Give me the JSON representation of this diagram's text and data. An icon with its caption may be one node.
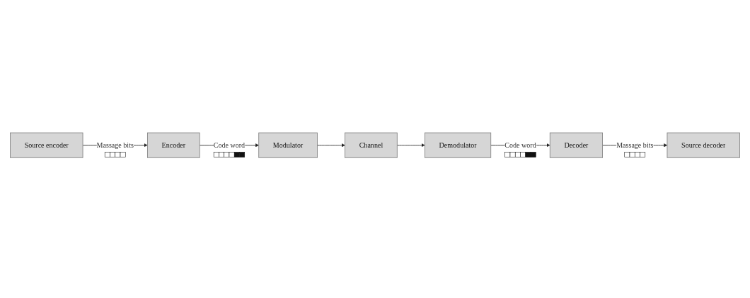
{
  "diagram": {
    "nodes": [
      {
        "text": [
          "Source encoder"
        ]
      },
      {
        "text": [
          "Encoder"
        ]
      },
      {
        "text": [
          "Modulator"
        ]
      },
      {
        "text": [
          "Channel"
        ]
      },
      {
        "text": [
          "Demodulator"
        ]
      },
      {
        "text": [
          "Decoder"
        ]
      },
      {
        "text": [
          "Source decoder"
        ]
      }
    ],
    "edges": [
      {
        "from": 0,
        "to": 1,
        "arrow": "to",
        "label": "Massage bits"
      },
      {
        "from": 1,
        "to": 2,
        "arrow": "to",
        "label": "Code word"
      },
      {
        "from": 2,
        "to": 3,
        "arrow": "to"
      },
      {
        "from": 3,
        "to": 4,
        "arrow": "to"
      },
      {
        "from": 4,
        "to": 5,
        "arrow": "to",
        "label": "Code word"
      },
      {
        "from": 5,
        "to": 6,
        "arrow": "to",
        "label": "Massage bits"
      }
    ]
  }
}
